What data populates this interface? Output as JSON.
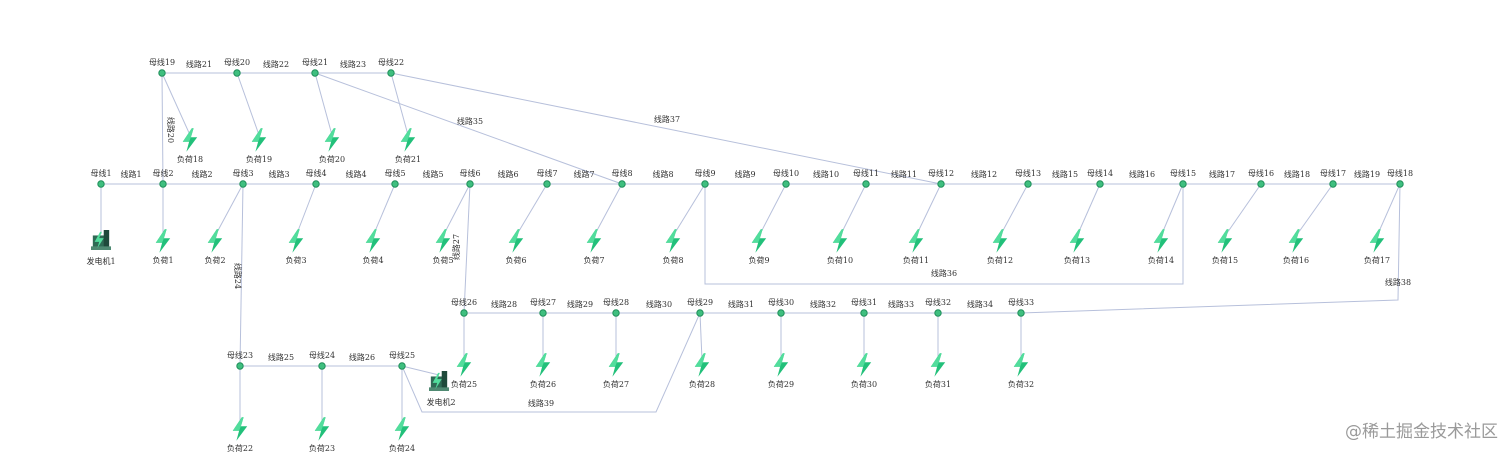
{
  "diagram": {
    "type": "power-network-topology",
    "colors": {
      "edge": "#b7c0db",
      "bus": "#3fbf7f",
      "load": "#22c07a",
      "generator": "#2f6b55"
    },
    "buses": [
      "母线1",
      "母线2",
      "母线3",
      "母线4",
      "母线5",
      "母线6",
      "母线7",
      "母线8",
      "母线9",
      "母线10",
      "母线11",
      "母线12",
      "母线13",
      "母线14",
      "母线15",
      "母线16",
      "母线17",
      "母线18",
      "母线19",
      "母线20",
      "母线21",
      "母线22",
      "母线23",
      "母线24",
      "母线25",
      "母线26",
      "母线27",
      "母线28",
      "母线29",
      "母线30",
      "母线31",
      "母线32",
      "母线33"
    ],
    "loads": [
      "负荷1",
      "负荷2",
      "负荷3",
      "负荷4",
      "负荷5",
      "负荷6",
      "负荷7",
      "负荷8",
      "负荷9",
      "负荷10",
      "负荷11",
      "负荷12",
      "负荷13",
      "负荷14",
      "负荷15",
      "负荷16",
      "负荷17",
      "负荷18",
      "负荷19",
      "负荷20",
      "负荷21",
      "负荷22",
      "负荷23",
      "负荷24",
      "负荷25",
      "负荷26",
      "负荷27",
      "负荷28",
      "负荷29",
      "负荷30",
      "负荷31",
      "负荷32"
    ],
    "generators": [
      "发电机1",
      "发电机2"
    ],
    "lines": [
      {
        "label": "线路1",
        "from": "母线1",
        "to": "母线2"
      },
      {
        "label": "线路2",
        "from": "母线2",
        "to": "母线3"
      },
      {
        "label": "线路3",
        "from": "母线3",
        "to": "母线4"
      },
      {
        "label": "线路4",
        "from": "母线4",
        "to": "母线5"
      },
      {
        "label": "线路5",
        "from": "母线5",
        "to": "母线6"
      },
      {
        "label": "线路6",
        "from": "母线6",
        "to": "母线7"
      },
      {
        "label": "线路7",
        "from": "母线7",
        "to": "母线8"
      },
      {
        "label": "线路8",
        "from": "母线8",
        "to": "母线9"
      },
      {
        "label": "线路9",
        "from": "母线9",
        "to": "母线10"
      },
      {
        "label": "线路10",
        "from": "母线10",
        "to": "母线11"
      },
      {
        "label": "线路11",
        "from": "母线11",
        "to": "母线12"
      },
      {
        "label": "线路12",
        "from": "母线12",
        "to": "母线13"
      },
      {
        "label": "线路15",
        "from": "母线13",
        "to": "母线14"
      },
      {
        "label": "线路16",
        "from": "母线14",
        "to": "母线15"
      },
      {
        "label": "线路17",
        "from": "母线15",
        "to": "母线16"
      },
      {
        "label": "线路18",
        "from": "母线16",
        "to": "母线17"
      },
      {
        "label": "线路19",
        "from": "母线17",
        "to": "母线18"
      },
      {
        "label": "线路21",
        "from": "母线19",
        "to": "母线20"
      },
      {
        "label": "线路22",
        "from": "母线20",
        "to": "母线21"
      },
      {
        "label": "线路23",
        "from": "母线21",
        "to": "母线22"
      },
      {
        "label": "线路20",
        "from": "母线19",
        "to": "母线2"
      },
      {
        "label": "线路24",
        "from": "母线3",
        "to": "母线23"
      },
      {
        "label": "线路25",
        "from": "母线23",
        "to": "母线24"
      },
      {
        "label": "线路26",
        "from": "母线24",
        "to": "母线25"
      },
      {
        "label": "线路27",
        "from": "母线6",
        "to": "母线26"
      },
      {
        "label": "线路28",
        "from": "母线26",
        "to": "母线27"
      },
      {
        "label": "线路29",
        "from": "母线27",
        "to": "母线28"
      },
      {
        "label": "线路30",
        "from": "母线28",
        "to": "母线29"
      },
      {
        "label": "线路31",
        "from": "母线29",
        "to": "母线30"
      },
      {
        "label": "线路32",
        "from": "母线30",
        "to": "母线31"
      },
      {
        "label": "线路33",
        "from": "母线31",
        "to": "母线32"
      },
      {
        "label": "线路34",
        "from": "母线32",
        "to": "母线33"
      },
      {
        "label": "线路35",
        "from": "母线21",
        "to": "母线8"
      },
      {
        "label": "线路36",
        "from": "母线9",
        "to": "母线15"
      },
      {
        "label": "线路37",
        "from": "母线22",
        "to": "母线12"
      },
      {
        "label": "线路38",
        "from": "母线18",
        "to": "母线33"
      },
      {
        "label": "线路39",
        "from": "母线25",
        "to": "母线29"
      }
    ]
  },
  "watermark": "@稀土掘金技术社区"
}
